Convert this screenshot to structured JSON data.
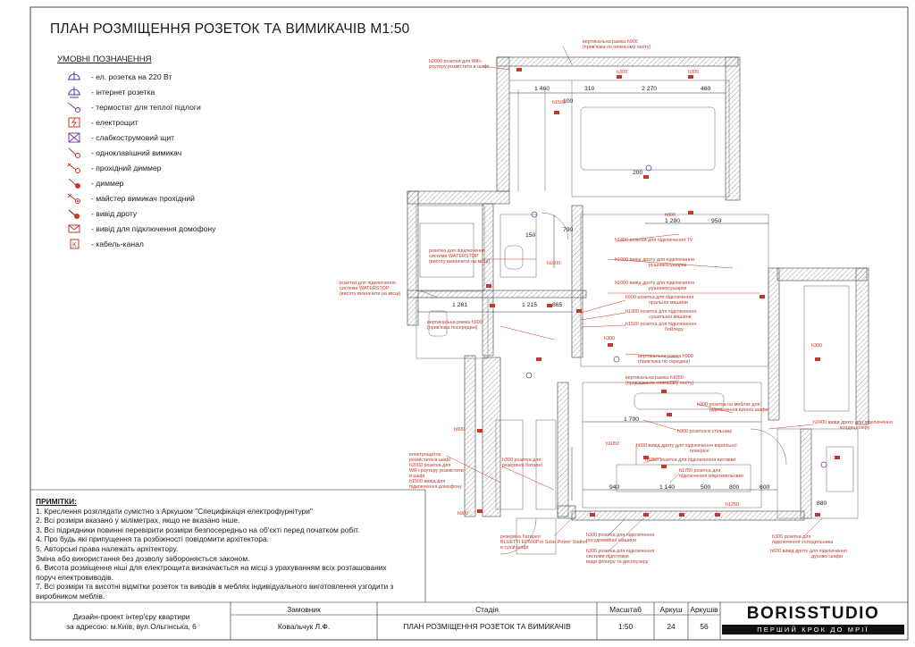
{
  "sheet_title": "ПЛАН РОЗМІЩЕННЯ РОЗЕТОК ТА ВИМИКАЧІВ М1:50",
  "legend": {
    "title": "УМОВНІ ПОЗНАЧЕННЯ",
    "items": [
      {
        "icon": "socket-icon",
        "label": "- ел. розетка на 220 Вт"
      },
      {
        "icon": "internet-socket-icon",
        "label": "- інтернет розетка"
      },
      {
        "icon": "thermostat-icon",
        "label": "- термостат для теплої підлоги"
      },
      {
        "icon": "electrical-panel-icon",
        "label": "- електрощит"
      },
      {
        "icon": "low-voltage-panel-icon",
        "label": "- слабкострумовий щит"
      },
      {
        "icon": "single-switch-icon",
        "label": "- одноклавішний вимикач"
      },
      {
        "icon": "passthrough-dimmer-icon",
        "label": "- прохідний диммер"
      },
      {
        "icon": "dimmer-icon",
        "label": "- диммер"
      },
      {
        "icon": "master-switch-icon",
        "label": "- майстер вимикач прохідний"
      },
      {
        "icon": "wire-outlet-icon",
        "label": "- вивід дроту"
      },
      {
        "icon": "intercom-outlet-icon",
        "label": "- вивід для підключення домофону"
      },
      {
        "icon": "cable-channel-icon",
        "label": "- кабель-канал"
      }
    ]
  },
  "notes": {
    "title": "ПРИМІТКИ:",
    "lines": [
      "1. Креслення розглядати сумістно з Аркушом \"Специфікація електрофурнітури\"",
      "2. Всі розміри вказано у міліметрах, якщо не вказано інше.",
      "3. Всі підрядники повинні перевірити розміри безпосередньо на об'єкті перед початком робіт.",
      "4. Про будь які припущення та розбіжності повідомити архітектора.",
      "5. Авторські права належать архітектору.",
      "Зміна або використання без дозволу забороняється законом.",
      "6. Висота розміщення ніші для електрощита визначається на місці з урахуванням всіх розташованих",
      "поруч електровиводів.",
      "7. Всі розміри та висотні відмітки розеток та виводів в меблях індивідуального виготовлення узгодити з",
      "виробником меблів."
    ]
  },
  "title_block": {
    "project_line1": "Дизайн-проект інтер'єру квартири",
    "project_line2": "за адресою: м.Київ, вул.Ольгінська, 6",
    "client_label": "Замовник",
    "client_value": "Ковальчук Л.Ф.",
    "stage_label": "Стадія",
    "stage_value": "ПЛАН РОЗМІЩЕННЯ РОЗЕТОК ТА ВИМИКАЧІВ",
    "scale_label": "Масштаб",
    "scale_value": "1:50",
    "sheet_label": "Аркуш",
    "sheet_value": "24",
    "sheets_label": "Аркушів",
    "sheets_value": "56"
  },
  "logo": {
    "name": "BORISSTUDIO",
    "tagline": "ПЕРШИЙ КРОК ДО МРІЇ"
  },
  "plan_annotations": [
    {
      "text": "вертикальна рамка h900",
      "sub": "(прив'язка по нижньому пасту)"
    },
    {
      "text": "h2000 розетки для WiFi-",
      "sub": "роутеру розмістити в шафі"
    },
    {
      "text": "розетка для підключення",
      "sub": "системи WATERSTOP"
    },
    {
      "text": "(висоту визначити на місці)",
      "sub": ""
    },
    {
      "text": "h1400 розетки для підключення TV",
      "sub": ""
    },
    {
      "text": "h1000 вивід дроту для підключення",
      "sub": "рушникосушарки"
    },
    {
      "text": "h1000 вивід дроту для підключення",
      "sub": "рушникосушарки"
    },
    {
      "text": "h500 розетка для підключення",
      "sub": "пральної машини"
    },
    {
      "text": "h1300 розетка для підключення",
      "sub": "сушильної машини"
    },
    {
      "text": "h1500 розетка для підключення",
      "sub": "бойлеру"
    },
    {
      "text": "вертикальна рамка h900",
      "sub": "(прив'язка посередині)"
    },
    {
      "text": "розетка для підключення",
      "sub": "системи WATERSTOP"
    },
    {
      "text": "вертикальна рамка h900",
      "sub": "(прив'язка по середині)"
    },
    {
      "text": "вертикальна рамка h1050",
      "sub": "(прив'язка по нижньому пасту)"
    },
    {
      "text": "h300 розетка на меблях для",
      "sub": "підключення винної шафи"
    },
    {
      "text": "h900 розетка в стільниці",
      "sub": ""
    },
    {
      "text": "h2400 вивід дроту для підключення",
      "sub": "кондиціонеру"
    },
    {
      "text": "h600 вивід дроту для підключення варильної",
      "sub": "поверхні"
    },
    {
      "text": "h1850 розетка для підключення витяжки",
      "sub": ""
    },
    {
      "text": "h1750 розетка для",
      "sub": "підключення мікрохвильовки"
    },
    {
      "text": "h300 розетка для",
      "sub": "резервної батареї"
    },
    {
      "text": "електрощиток",
      "sub": "розмістити в шафі"
    },
    {
      "text": "h2000 розетка для",
      "sub": "WiFi-роутеру розмістити"
    },
    {
      "text": "в шафі",
      "sub": ""
    },
    {
      "text": "h1500 вивід для",
      "sub": "підключення домофону"
    },
    {
      "text": "резервна батарея",
      "sub": "BLUETTI EP500Pro Solar Power Station"
    },
    {
      "text": "h300 розетка для підключення",
      "sub": "посудомийної машини"
    },
    {
      "text": "h300 розетка для підключення",
      "sub": "системи підготовки"
    },
    {
      "text": "води фільтру та диспоузеру",
      "sub": ""
    },
    {
      "text": "h300 розетка для",
      "sub": "підключення холодильника"
    },
    {
      "text": "h600 вивід дроту для підключення",
      "sub": "духової шафи"
    }
  ],
  "plan_dimensions": [
    "1 460",
    "310",
    "2 270",
    "460",
    "1 280",
    "950",
    "790",
    "1 281",
    "1 215",
    "865",
    "1 700",
    "940",
    "1 140",
    "500",
    "800",
    "600",
    "880",
    "200",
    "150",
    "100"
  ],
  "plan_heights": [
    "h900",
    "h300",
    "h1500",
    "h1000",
    "h1050",
    "h1250",
    "h800"
  ]
}
